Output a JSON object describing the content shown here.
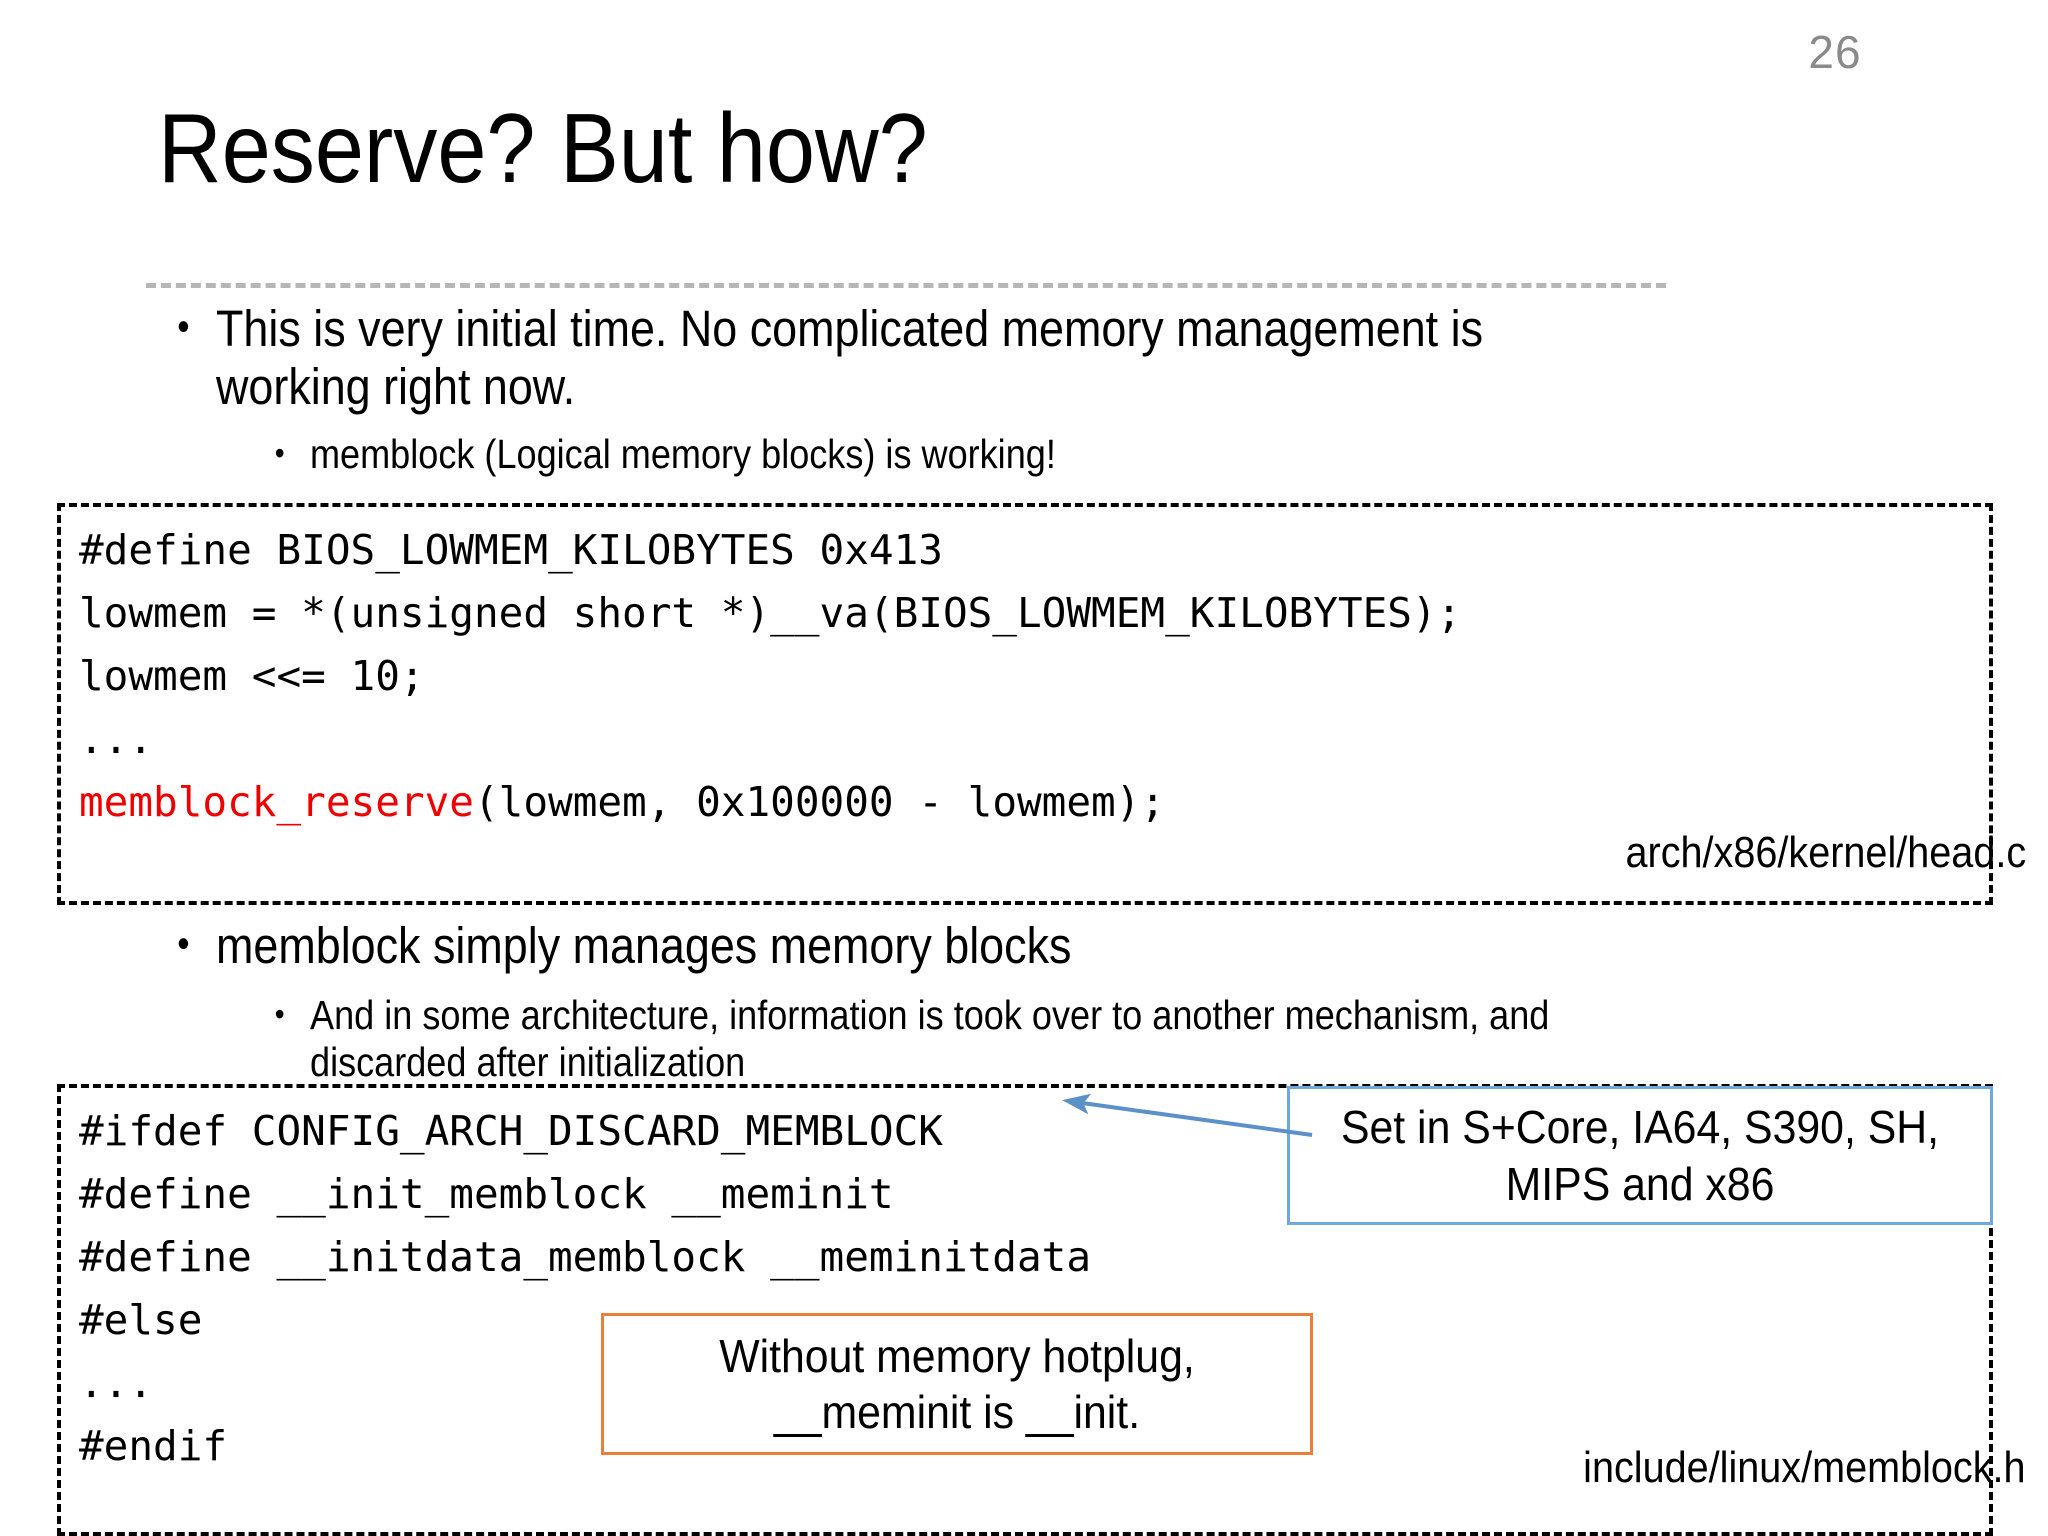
{
  "slide": {
    "page_number": "26",
    "title": "Reserve? But how?",
    "accent_red": "#ee0000",
    "accent_blue": "#6fa8dc",
    "accent_orange": "#e8803a",
    "divider_color": "#b6b6b6",
    "page_number_color": "#8a8a8a"
  },
  "bullets": {
    "first_level_1": "This is very initial time. No complicated memory management is working right now.",
    "first_level_2": "memblock (Logical memory blocks) is working!",
    "second_level_1": "memblock simply manages memory blocks",
    "second_level_2": "And in some architecture, information is took over to another mechanism, and discarded after initialization",
    "marker": "•"
  },
  "code_block_1": {
    "line_1": "#define BIOS_LOWMEM_KILOBYTES 0x413",
    "line_2": "lowmem = *(unsigned short *)__va(BIOS_LOWMEM_KILOBYTES);",
    "line_3": "lowmem <<= 10;",
    "line_4": "...",
    "line_5_highlight": "memblock_reserve",
    "line_5_rest": "(lowmem, 0x100000 - lowmem);",
    "source_path": "arch/x86/kernel/head.c"
  },
  "code_block_2": {
    "line_1": "#ifdef CONFIG_ARCH_DISCARD_MEMBLOCK",
    "line_2": "#define __init_memblock __meminit",
    "line_3": "#define __initdata_memblock __meminitdata",
    "line_4": "#else",
    "line_5": "...",
    "line_6": "#endif",
    "source_path": "include/linux/memblock.h"
  },
  "callouts": {
    "blue": "Set in S+Core, IA64, S390, SH, MIPS and x86",
    "orange": "Without memory hotplug, __meminit is __init."
  }
}
